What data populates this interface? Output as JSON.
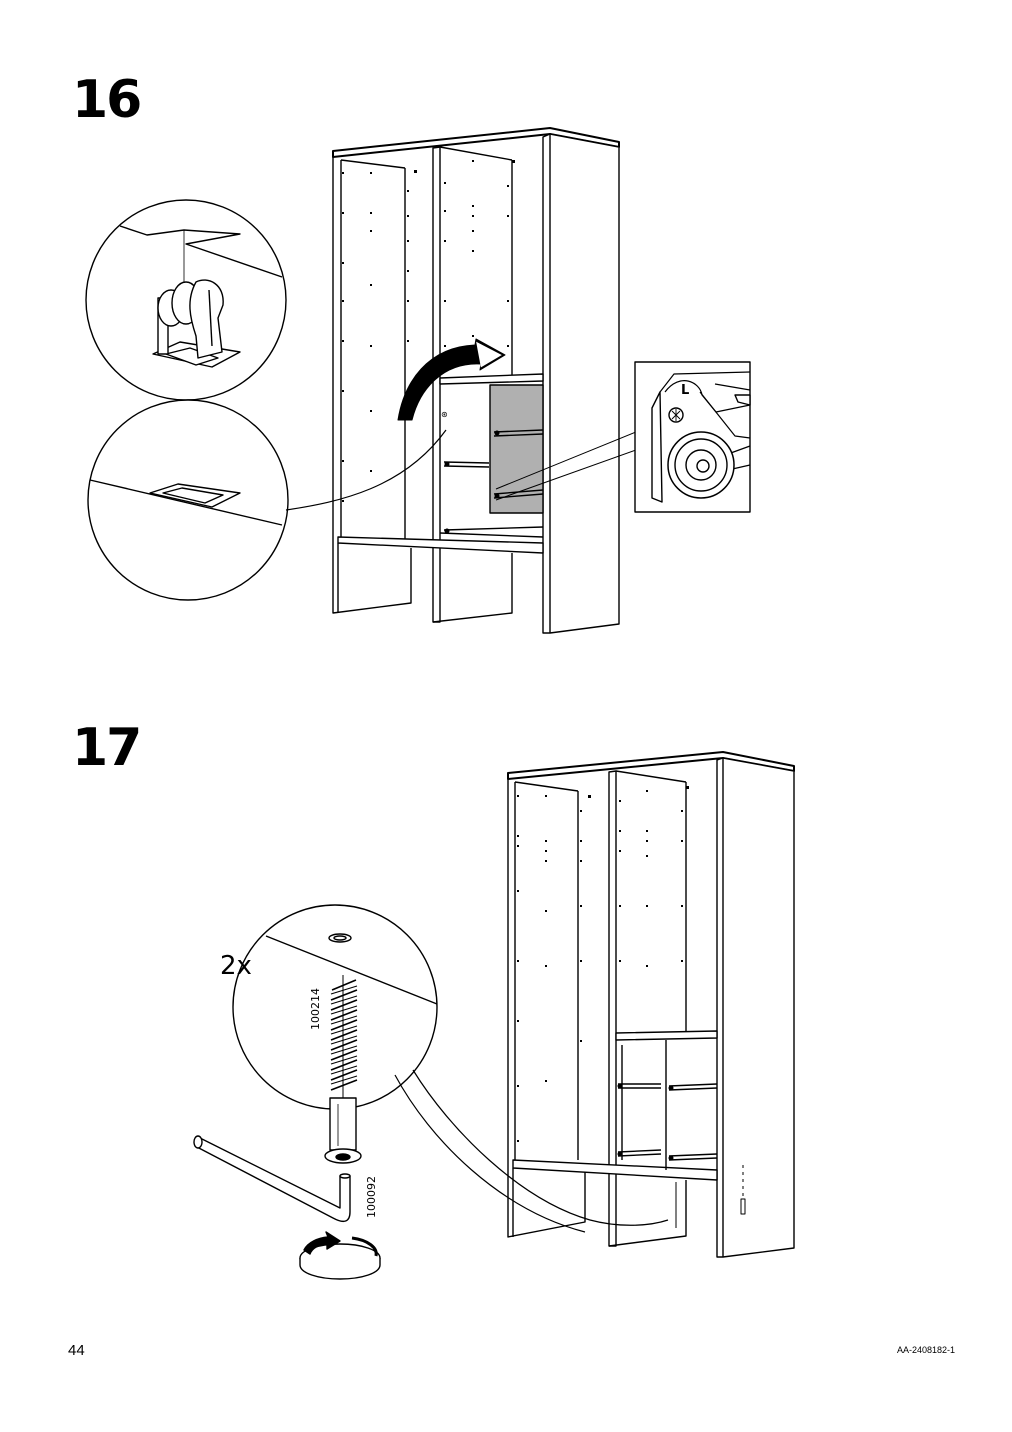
{
  "steps": [
    {
      "number": "16"
    },
    {
      "number": "17"
    }
  ],
  "step17_callouts": {
    "quantity": "2x",
    "screw_part_number": "100214",
    "hex_key_part_number": "100092"
  },
  "footer": {
    "page_number": "44",
    "document_code": "AA-2408182-1"
  },
  "icons": [
    "rotate-arrow-icon",
    "screw-part-icon",
    "hex-key-icon",
    "clockwise-rotation-icon"
  ]
}
